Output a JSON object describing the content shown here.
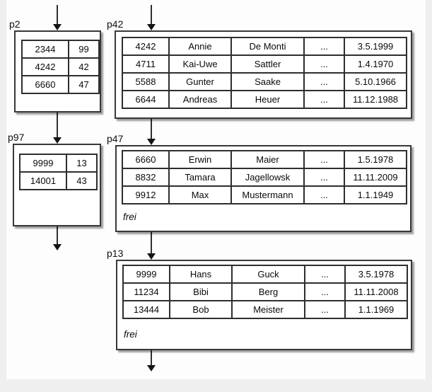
{
  "colors": {
    "canvas": "#fdfdfd",
    "page_margin": "#efefef",
    "box_border": "#383838",
    "table_border": "#2e2e2e",
    "arrow": "#1c1c1c",
    "text": "#0a0a0a"
  },
  "p2": {
    "label": "p2",
    "rows": [
      [
        "2344",
        "99"
      ],
      [
        "4242",
        "42"
      ],
      [
        "6660",
        "47"
      ]
    ]
  },
  "p42": {
    "label": "p42",
    "rows": [
      [
        "4242",
        "Annie",
        "De Monti",
        "...",
        "3.5.1999"
      ],
      [
        "4711",
        "Kai-Uwe",
        "Sattler",
        "...",
        "1.4.1970"
      ],
      [
        "5588",
        "Gunter",
        "Saake",
        "...",
        "5.10.1966"
      ],
      [
        "6644",
        "Andreas",
        "Heuer",
        "...",
        "11.12.1988"
      ]
    ]
  },
  "p97": {
    "label": "p97",
    "rows": [
      [
        "9999",
        "13"
      ],
      [
        "14001",
        "43"
      ]
    ]
  },
  "p47": {
    "label": "p47",
    "free_label": "frei",
    "rows": [
      [
        "6660",
        "Erwin",
        "Maier",
        "...",
        "1.5.1978"
      ],
      [
        "8832",
        "Tamara",
        "Jagellowsk",
        "...",
        "11.11.2009"
      ],
      [
        "9912",
        "Max",
        "Mustermann",
        "...",
        "1.1.1949"
      ]
    ]
  },
  "p13": {
    "label": "p13",
    "free_label": "frei",
    "rows": [
      [
        "9999",
        "Hans",
        "Guck",
        "...",
        "3.5.1978"
      ],
      [
        "11234",
        "Bibi",
        "Berg",
        "...",
        "11.11.2008"
      ],
      [
        "13444",
        "Bob",
        "Meister",
        "...",
        "1.1.1969"
      ]
    ]
  }
}
